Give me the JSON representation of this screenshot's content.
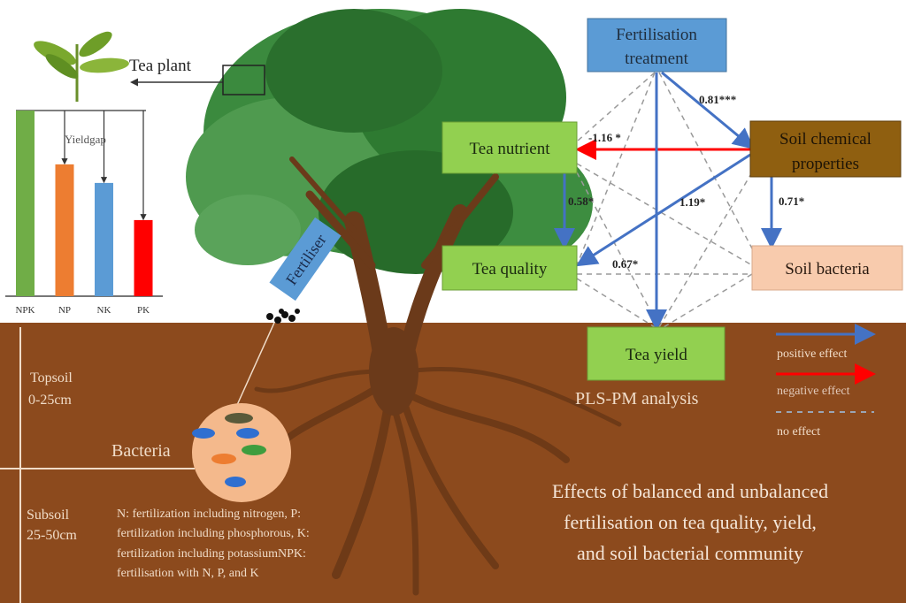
{
  "tea_plant_label": "Tea plant",
  "yield_chart": {
    "gap_label": "Yieldgap",
    "categories": [
      "NPK",
      "NP",
      "NK",
      "PK"
    ],
    "relative_values": [
      1.0,
      0.71,
      0.61,
      0.41
    ],
    "colors": [
      "#70ad47",
      "#ed7d31",
      "#5b9bd5",
      "#ff0000"
    ]
  },
  "fertiliser_label": "Fertiliser",
  "pls": {
    "nodes": {
      "fert": [
        "Fertilisation",
        "treatment"
      ],
      "nutrient": "Tea nutrient",
      "soilchem": [
        "Soil chemical",
        "properties"
      ],
      "quality": "Tea quality",
      "bacteria": "Soil bacteria",
      "yield": "Tea yield"
    },
    "coefficients": {
      "fert_soilchem": "0.81***",
      "soilchem_nutrient": "-1.16 *",
      "nutrient_quality": "0.58*",
      "soilchem_quality": "1.19*",
      "soilchem_bacteria": "0.71*",
      "fert_yield": "0.67*"
    },
    "caption": "PLS-PM analysis",
    "legend": {
      "positive": "positive effect",
      "negative": "negative effect",
      "none": "no effect"
    },
    "colors": {
      "positive": "#4472c4",
      "negative": "#ff0000",
      "none": "#999999"
    }
  },
  "soil": {
    "topsoil": [
      "Topsoil",
      "0-25cm"
    ],
    "subsoil": [
      "Subsoil",
      "25-50cm"
    ],
    "bacteria_label": "Bacteria"
  },
  "footnote": [
    "N: fertilization including nitrogen, P:",
    "fertilization including phosphorous, K:",
    "fertilization including potassiumNPK:",
    "fertilisation with N, P, and K"
  ],
  "title": [
    "Effects of balanced and unbalanced",
    "fertilisation on tea quality, yield,",
    "and soil bacterial community"
  ]
}
